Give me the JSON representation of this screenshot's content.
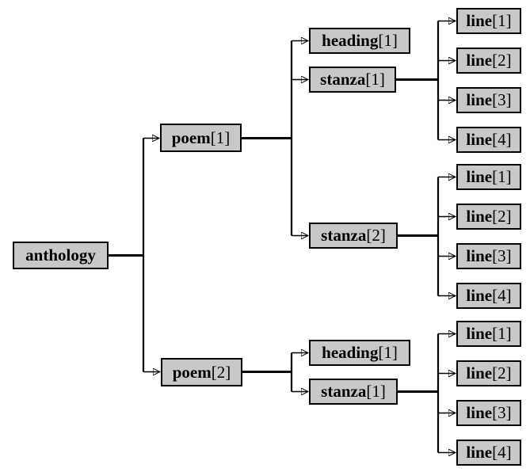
{
  "colors": {
    "background": "#ffffff",
    "node_fill": "#c8c8c8",
    "node_border": "#000000",
    "connector": "#000000"
  },
  "nodes": {
    "anthology": {
      "name": "anthology",
      "index": ""
    },
    "poem1": {
      "name": "poem",
      "index": "[1]"
    },
    "poem2": {
      "name": "poem",
      "index": "[2]"
    },
    "p1_heading1": {
      "name": "heading",
      "index": "[1]"
    },
    "p1_stanza1": {
      "name": "stanza",
      "index": "[1]"
    },
    "p1_stanza2": {
      "name": "stanza",
      "index": "[2]"
    },
    "p2_heading1": {
      "name": "heading",
      "index": "[1]"
    },
    "p2_stanza1": {
      "name": "stanza",
      "index": "[1]"
    },
    "p1s1_line1": {
      "name": "line",
      "index": "[1]"
    },
    "p1s1_line2": {
      "name": "line",
      "index": "[2]"
    },
    "p1s1_line3": {
      "name": "line",
      "index": "[3]"
    },
    "p1s1_line4": {
      "name": "line",
      "index": "[4]"
    },
    "p1s2_line1": {
      "name": "line",
      "index": "[1]"
    },
    "p1s2_line2": {
      "name": "line",
      "index": "[2]"
    },
    "p1s2_line3": {
      "name": "line",
      "index": "[3]"
    },
    "p1s2_line4": {
      "name": "line",
      "index": "[4]"
    },
    "p2s1_line1": {
      "name": "line",
      "index": "[1]"
    },
    "p2s1_line2": {
      "name": "line",
      "index": "[2]"
    },
    "p2s1_line3": {
      "name": "line",
      "index": "[3]"
    },
    "p2s1_line4": {
      "name": "line",
      "index": "[4]"
    }
  },
  "hierarchy": {
    "anthology": [
      "poem[1]",
      "poem[2]"
    ],
    "poem[1]": [
      "heading[1]",
      "stanza[1]",
      "stanza[2]"
    ],
    "poem[2]": [
      "heading[1]",
      "stanza[1]"
    ],
    "poem[1]/stanza[1]": [
      "line[1]",
      "line[2]",
      "line[3]",
      "line[4]"
    ],
    "poem[1]/stanza[2]": [
      "line[1]",
      "line[2]",
      "line[3]",
      "line[4]"
    ],
    "poem[2]/stanza[1]": [
      "line[1]",
      "line[2]",
      "line[3]",
      "line[4]"
    ]
  }
}
